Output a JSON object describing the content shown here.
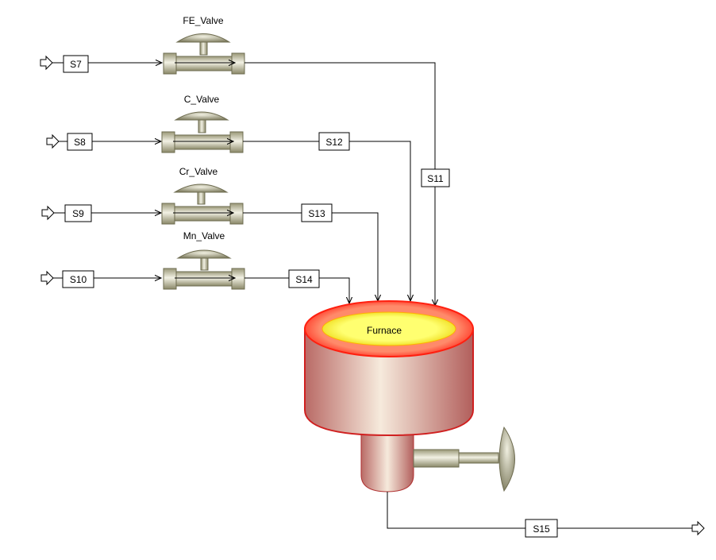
{
  "valves": [
    {
      "name": "FE_Valve"
    },
    {
      "name": "C_Valve"
    },
    {
      "name": "Cr_Valve"
    },
    {
      "name": "Mn_Valve"
    }
  ],
  "streams": {
    "s7": "S7",
    "s8": "S8",
    "s9": "S9",
    "s10": "S10",
    "s11": "S11",
    "s12": "S12",
    "s13": "S13",
    "s14": "S14",
    "s15": "S15"
  },
  "furnace": {
    "label": "Furnace"
  },
  "colors": {
    "body": "#c9847c",
    "highlight": "#f3e3d6",
    "rim": "#ff3a2a",
    "molten": "#ffff66",
    "valve_metal": "#c8c6a8"
  }
}
